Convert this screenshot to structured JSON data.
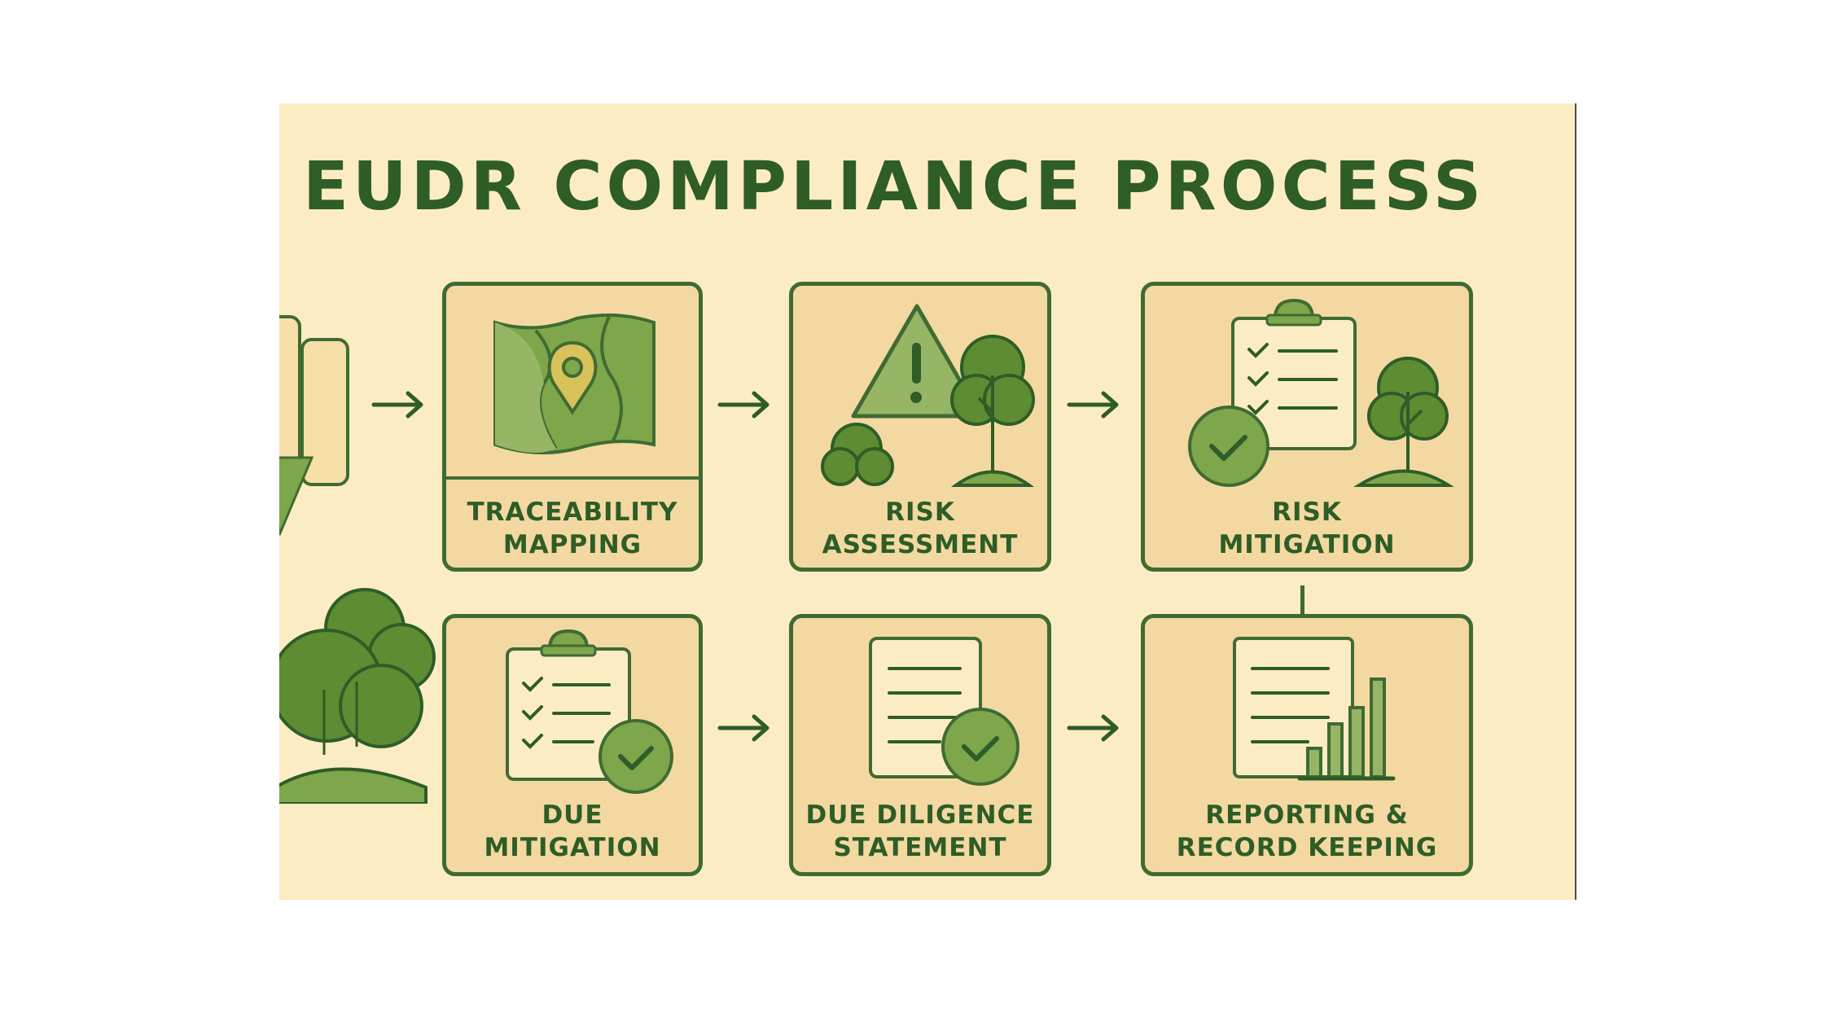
{
  "title": "EUDR COMPLIANCE PROCESS",
  "steps": [
    {
      "line1": "TRACEABILITY",
      "line2": "MAPPING",
      "icon": "map-pin-icon"
    },
    {
      "line1": "RISK",
      "line2": "ASSESSMENT",
      "icon": "warning-triangle-icon"
    },
    {
      "line1": "RISK",
      "line2": "MITIGATION",
      "icon": "checklist-icon"
    },
    {
      "line1": "DUE",
      "line2": "MITIGATION",
      "icon": "checklist-icon"
    },
    {
      "line1": "DUE DILIGENCE",
      "line2": "STATEMENT",
      "icon": "document-check-icon"
    },
    {
      "line1": "REPORTING &",
      "line2": "RECORD KEEPING",
      "icon": "report-chart-icon"
    }
  ],
  "colors": {
    "background": "#fcecc4",
    "card": "#f3d9a1",
    "dark_green": "#2e5d27",
    "outline_green": "#3f6b33",
    "mid_green": "#6d9a3c",
    "light_green": "#8fae5a"
  }
}
